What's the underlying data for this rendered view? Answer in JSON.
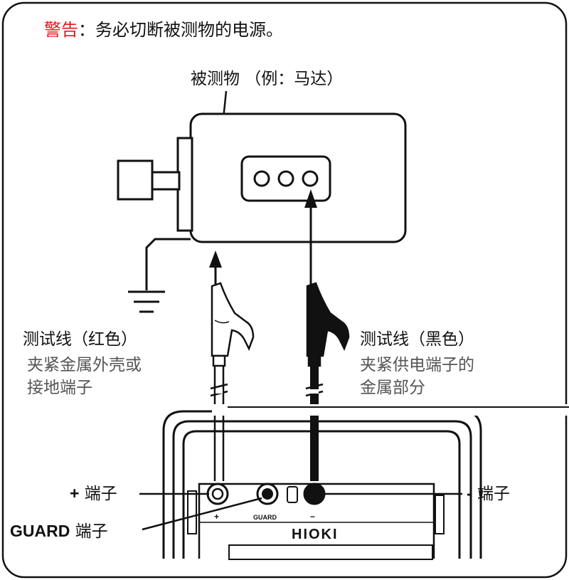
{
  "warning": {
    "label": "警告",
    "separator": "：",
    "text": "务必切断被测物的电源。",
    "label_color": "#e8141b"
  },
  "device": {
    "title": "被测物 （例：马达）"
  },
  "red_lead": {
    "title": "测试线（红色）",
    "desc_line1": "夹紧金属外壳或",
    "desc_line2": "接地端子"
  },
  "black_lead": {
    "title": "测试线（黑色）",
    "desc_line1": "夹紧供电端子的",
    "desc_line2": "金属部分"
  },
  "terminals": {
    "plus_symbol": "+",
    "plus_text": " 端子",
    "minus_symbol": "-",
    "minus_text": " 端子",
    "guard_bold": "GUARD",
    "guard_text": " 端子",
    "panel_plus": "+",
    "panel_guard": "GUARD",
    "panel_minus": "−"
  },
  "brand": "HIOKI"
}
